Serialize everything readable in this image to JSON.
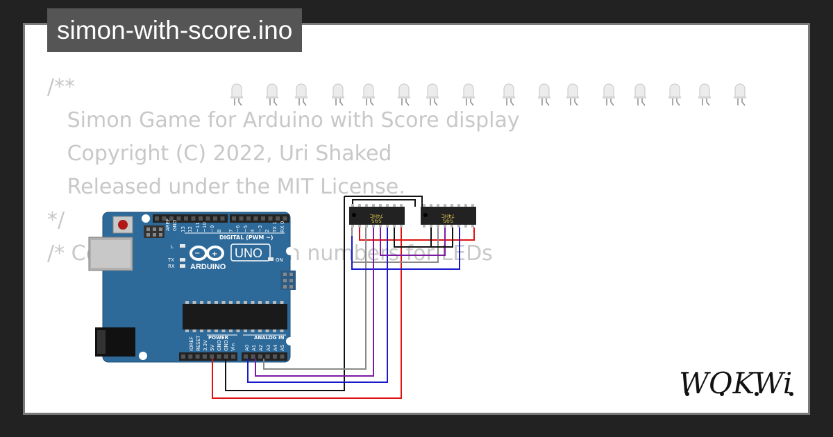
{
  "title": "simon-with-score.ino",
  "code_lines": [
    "/**",
    "   Simon Game for Arduino with Score display",
    "",
    "   Copyright (C) 2022, Uri Shaked",
    "",
    "   Released under the MIT License.",
    "*/",
    "",
    "",
    "",
    "",
    "",
    "",
    "",
    "/* Constants - define pin numbers for LEDs"
  ],
  "arduino": {
    "board_name": "UNO",
    "brand": "ARDUINO",
    "digital_label": "DIGITAL (PWM ~)",
    "power_label": "POWER",
    "analog_label": "ANALOG IN",
    "aref": "AREF",
    "gnd": "GND",
    "digital_pins": [
      "13",
      "12",
      "~11",
      "~10",
      "~9",
      "8",
      "7",
      "~6",
      "~5",
      "4",
      "~3",
      "2",
      "TX 1",
      "RX 0"
    ],
    "power_pins": [
      "IOREF",
      "RESET",
      "3.3V",
      "5V",
      "GND",
      "GND",
      "Vin"
    ],
    "analog_pins": [
      "A0",
      "A1",
      "A2",
      "A3",
      "A4",
      "A5"
    ],
    "l_label": "L",
    "tx_label": "TX",
    "rx_label": "RX",
    "on_label": "ON",
    "color": "#2d6a9a"
  },
  "chips": [
    {
      "brand": "74HC",
      "part": "595"
    },
    {
      "brand": "74HC",
      "part": "595"
    }
  ],
  "led_count": 16,
  "wire_colors": {
    "red": "#e01010",
    "black": "#111111",
    "blue": "#1818cc",
    "purple": "#7a1aa0",
    "gray": "#8a8a8a"
  },
  "logo": "WOKWi"
}
